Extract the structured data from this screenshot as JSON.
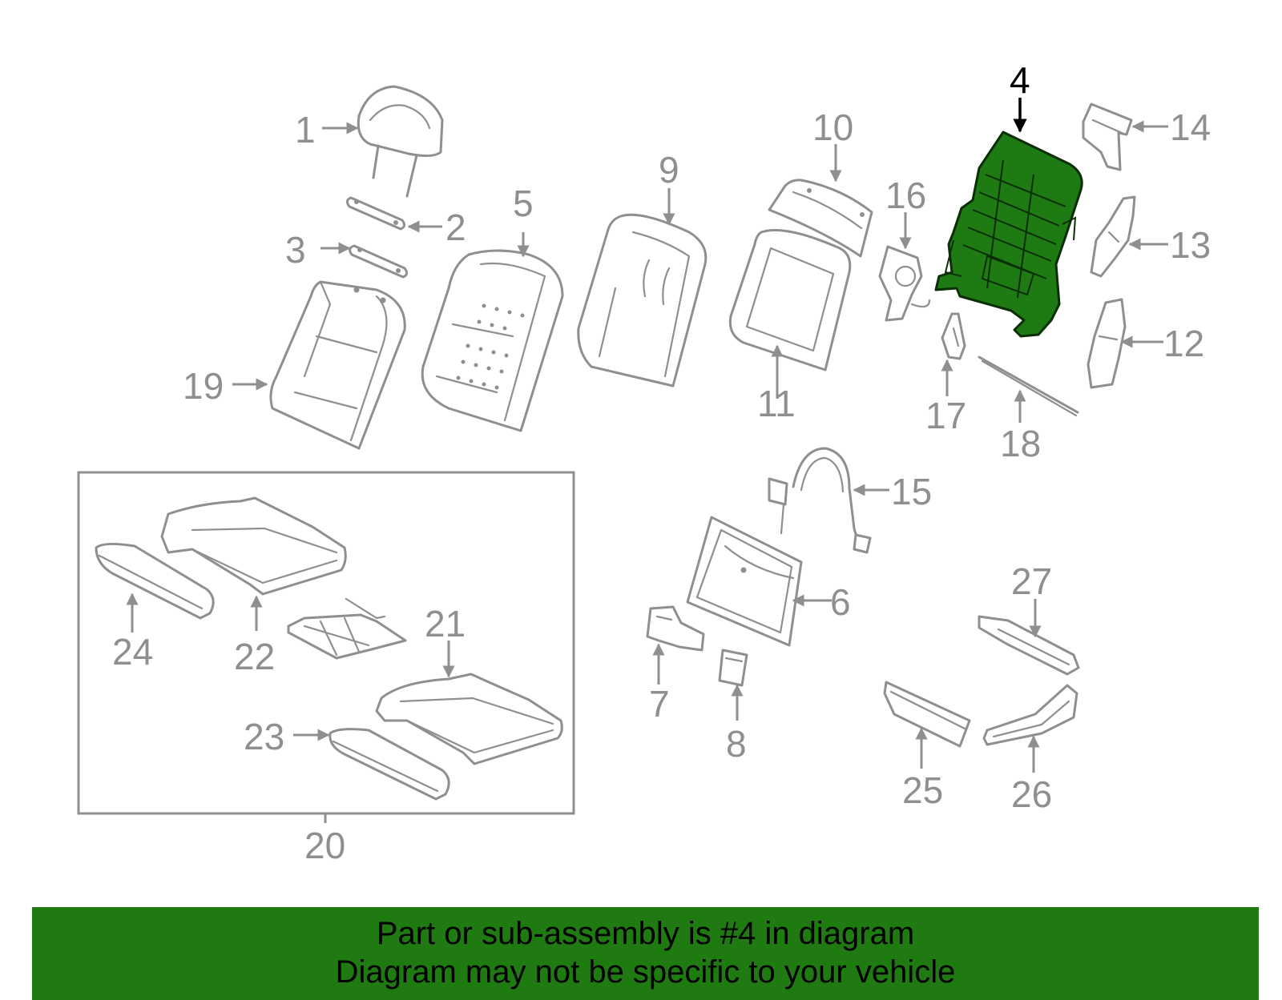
{
  "callouts": {
    "c1": "1",
    "c2": "2",
    "c3": "3",
    "c4": "4",
    "c5": "5",
    "c6": "6",
    "c7": "7",
    "c8": "8",
    "c9": "9",
    "c10": "10",
    "c11": "11",
    "c12": "12",
    "c13": "13",
    "c14": "14",
    "c15": "15",
    "c16": "16",
    "c17": "17",
    "c18": "18",
    "c19": "19",
    "c20": "20",
    "c21": "21",
    "c22": "22",
    "c23": "23",
    "c24": "24",
    "c25": "25",
    "c26": "26",
    "c27": "27"
  },
  "highlighted_part": "4",
  "colors": {
    "highlight_fill": "#1e7a12",
    "part_stroke": "#8f8f8f",
    "banner": "#1f7a11"
  },
  "banner": {
    "line1": "Part or sub-assembly is #4 in diagram",
    "line2": "Diagram may not be specific to your vehicle"
  }
}
